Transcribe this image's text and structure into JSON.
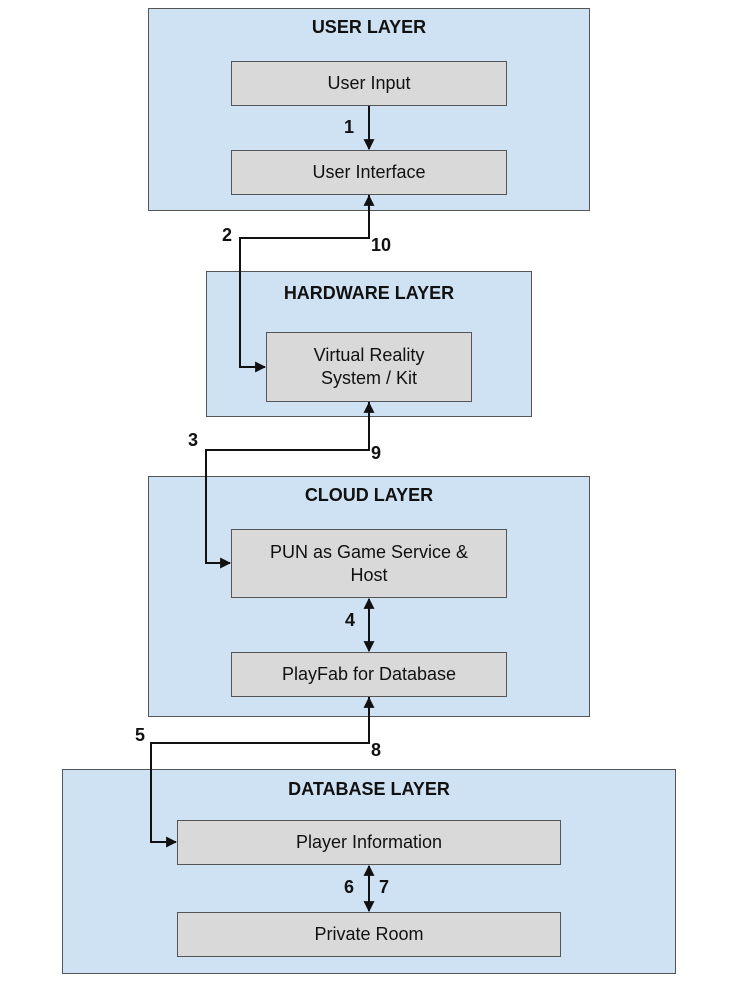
{
  "layers": {
    "user": {
      "title": "USER LAYER",
      "user_input": "User Input",
      "user_interface": "User Interface"
    },
    "hardware": {
      "title": "HARDWARE LAYER",
      "vr_line1": "Virtual Reality",
      "vr_line2": "System / Kit"
    },
    "cloud": {
      "title": "CLOUD LAYER",
      "pun_line1": "PUN as Game Service &",
      "pun_line2": "Host",
      "playfab": "PlayFab for Database"
    },
    "database": {
      "title": "DATABASE LAYER",
      "player_info": "Player Information",
      "private_room": "Private Room"
    }
  },
  "steps": [
    "1",
    "2",
    "3",
    "4",
    "5",
    "6",
    "7",
    "8",
    "9",
    "10"
  ],
  "colors": {
    "layer_fill": "#cfe2f3",
    "box_fill": "#d9d9d9",
    "border": "#555555",
    "line": "#111111"
  }
}
